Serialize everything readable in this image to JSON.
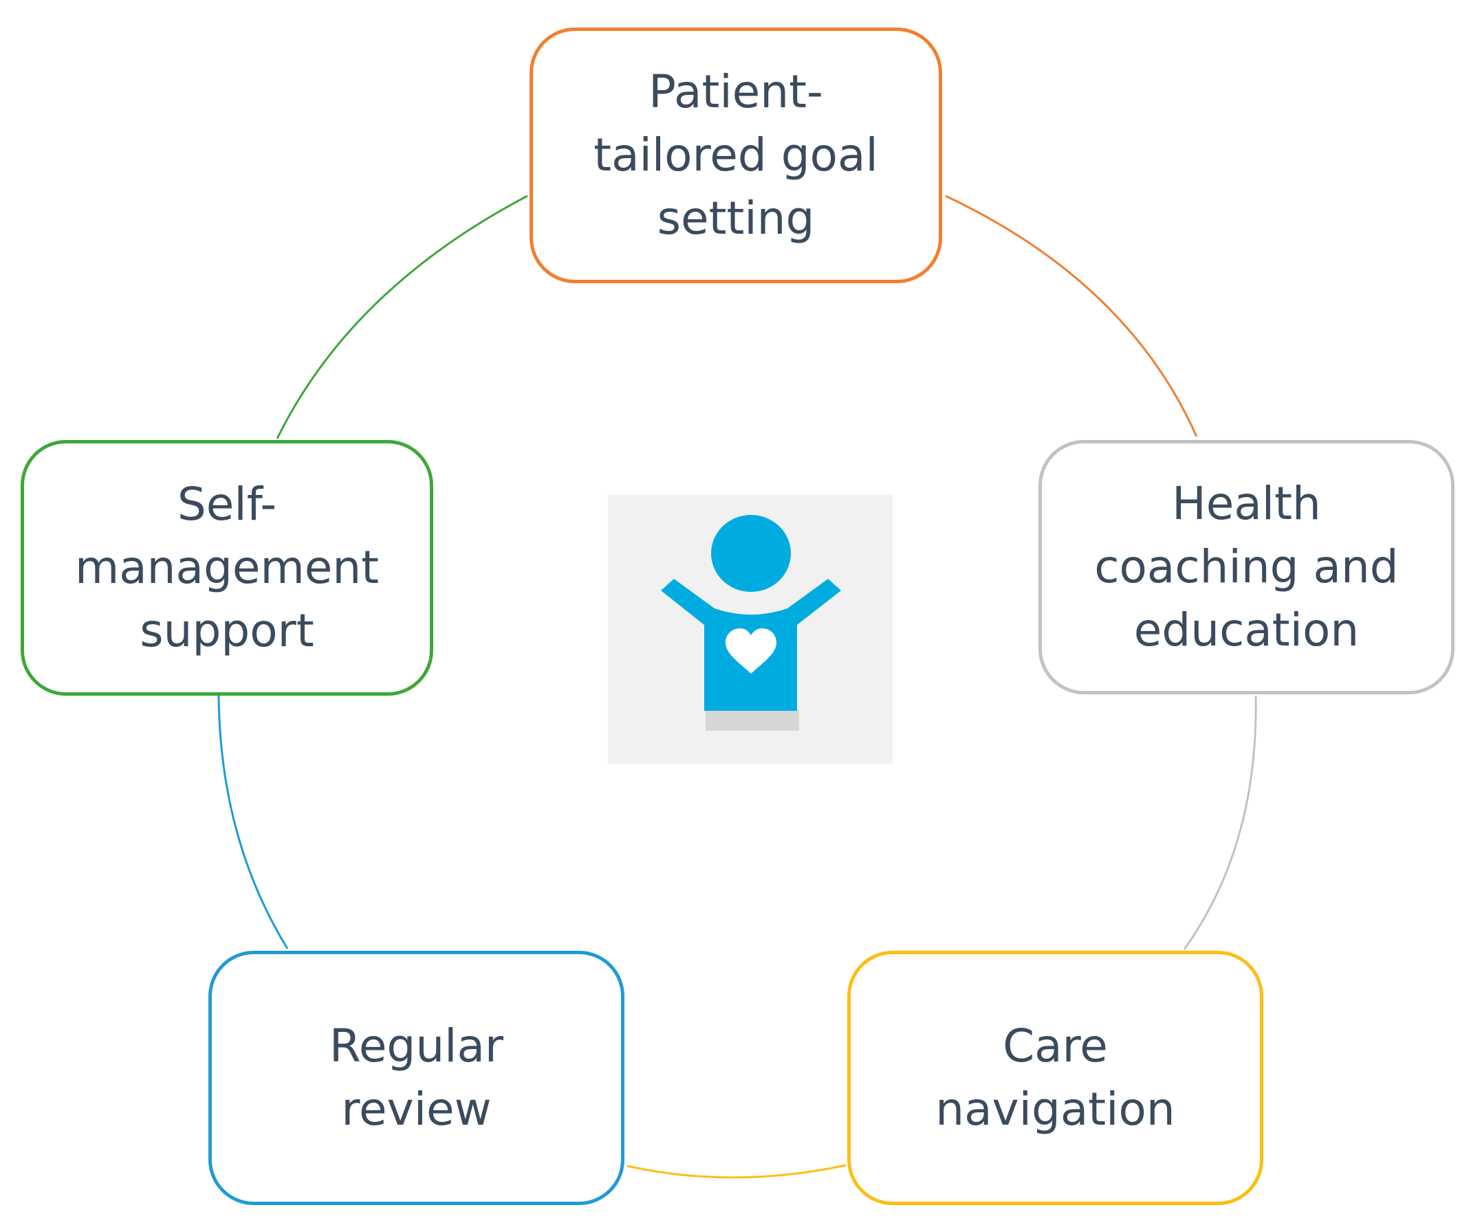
{
  "diagram": {
    "nodes": [
      {
        "id": "goal",
        "label": "Patient-\ntailored goal\nsetting",
        "color": "#f07f2f"
      },
      {
        "id": "coaching",
        "label": "Health\ncoaching and\neducation",
        "color": "#c2c2c2"
      },
      {
        "id": "navigation",
        "label": "Care\nnavigation",
        "color": "#fcbe15"
      },
      {
        "id": "review",
        "label": "Regular\nreview",
        "color": "#1f9ad8"
      },
      {
        "id": "self",
        "label": "Self-\nmanagement\nsupport",
        "color": "#3fa73a"
      }
    ],
    "center_icon": {
      "icon": "person-heart-icon",
      "background_color": "#f1f1f1",
      "figure_color": "#00acdf"
    }
  }
}
